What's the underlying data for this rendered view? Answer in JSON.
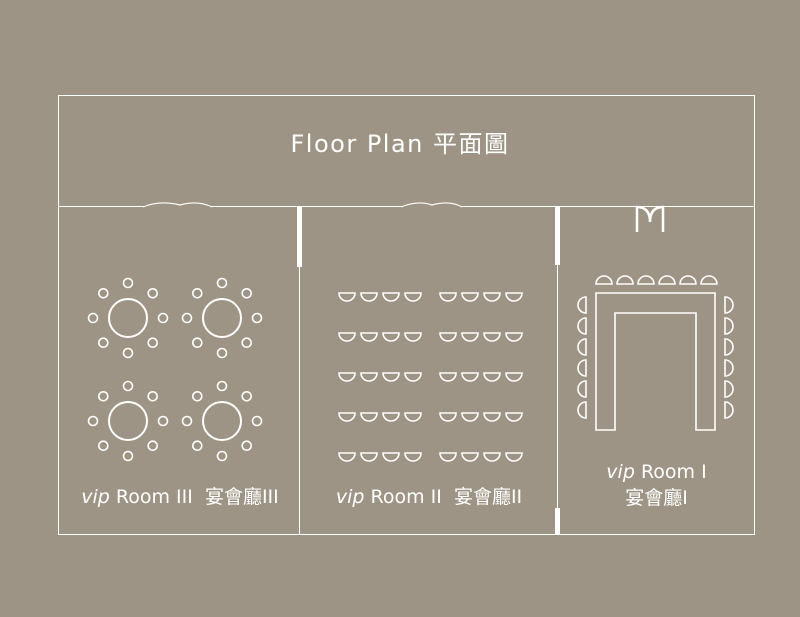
{
  "title": "Floor Plan 平面圖",
  "colors": {
    "background": "#9e9485",
    "line": "#ffffff"
  },
  "rooms": [
    {
      "id": "room-1",
      "prefix": "vip",
      "name": "Room I",
      "name_zh": "宴會廳I",
      "layout": "u-shape"
    },
    {
      "id": "room-2",
      "prefix": "vip",
      "name": "Room II",
      "name_zh": "宴會廳II",
      "layout": "classroom"
    },
    {
      "id": "room-3",
      "prefix": "vip",
      "name": "Room III",
      "name_zh": "宴會廳III",
      "layout": "banquet"
    }
  ]
}
